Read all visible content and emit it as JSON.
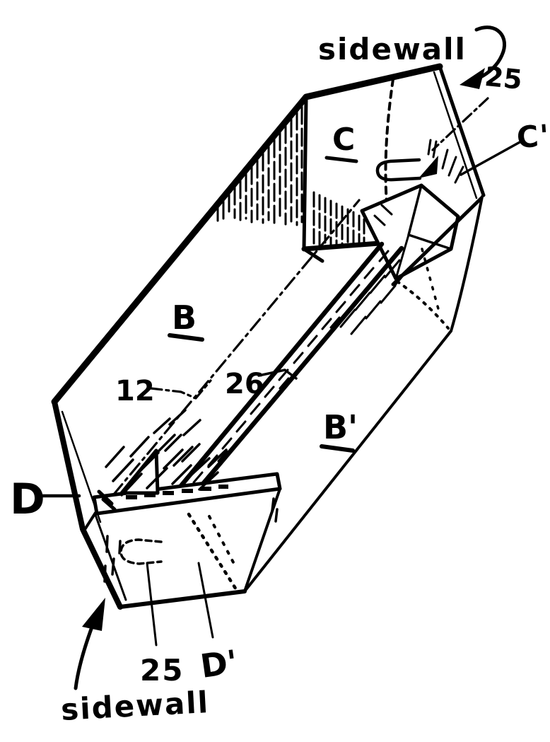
{
  "figure": {
    "kind": "hand-drawn patent-style line drawing of an open tray / carton blank",
    "background": "#ffffff",
    "ink": "#000000",
    "labels": {
      "sidewall_top": "sidewall",
      "ref25_top": "25",
      "wall_c": "C",
      "wall_c_prime": "C'",
      "wall_b": "B",
      "ref12": "12",
      "ref26": "26",
      "wall_b_prime": "B'",
      "wall_d": "D",
      "ref25_bottom": "25",
      "wall_d_prime": "D'",
      "sidewall_bottom": "sidewall"
    }
  }
}
